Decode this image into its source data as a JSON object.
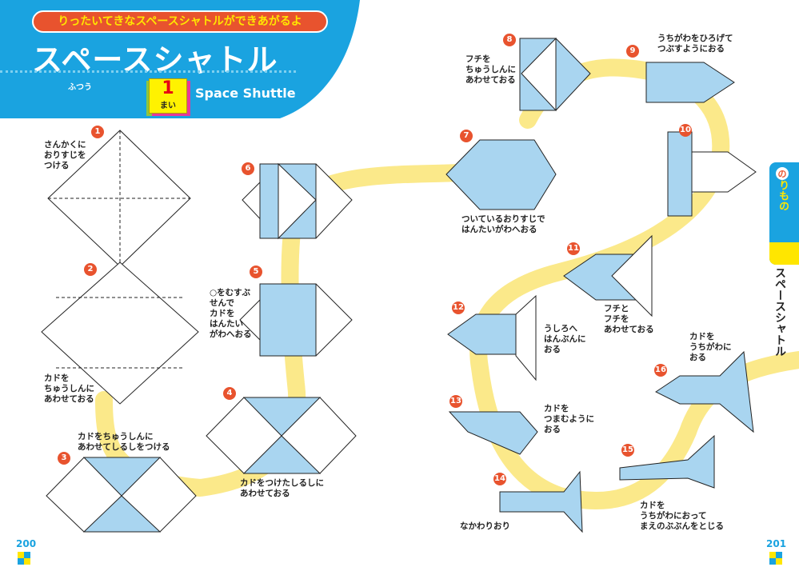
{
  "header": {
    "banner": "りったいてきなスペースシャトルができあがるよ",
    "title": "スペースシャトル",
    "level": "ふつう",
    "sheets_count": "1",
    "sheets_unit": "まい",
    "english_title": "Space Shuttle"
  },
  "side_tab": {
    "category_badge": "の",
    "category": "りもの",
    "vertical_title": "スペースシャトル"
  },
  "steps": [
    {
      "num": "1",
      "caption": "さんかくに\nおりすじを\nつける"
    },
    {
      "num": "2",
      "caption": "カドを\nちゅうしんに\nあわせておる"
    },
    {
      "num": "3",
      "caption": "カドをちゅうしんに\nあわせてしるしをつける"
    },
    {
      "num": "4",
      "caption": "カドをつけたしるしに\nあわせておる"
    },
    {
      "num": "5",
      "caption": "○をむすぶ\nせんで\nカドを\nはんたい\nがわへおる"
    },
    {
      "num": "6",
      "caption": ""
    },
    {
      "num": "7",
      "caption": "ついているおりすじで\nはんたいがわへおる"
    },
    {
      "num": "8",
      "caption": "フチを\nちゅうしんに\nあわせておる"
    },
    {
      "num": "9",
      "caption": "うちがわをひろげて\nつぶすようにおる"
    },
    {
      "num": "10",
      "caption": ""
    },
    {
      "num": "11",
      "caption": "フチと\nフチを\nあわせておる"
    },
    {
      "num": "12",
      "caption": "うしろへ\nはんぶんに\nおる"
    },
    {
      "num": "13",
      "caption": "カドを\nつまむように\nおる"
    },
    {
      "num": "14",
      "caption": "なかわりおり"
    },
    {
      "num": "15",
      "caption": "カドを\nうちがわにおって\nまえのぶぶんをとじる"
    },
    {
      "num": "16",
      "caption": "カドを\nうちがわに\nおる"
    }
  ],
  "pages": {
    "left": "200",
    "right": "201"
  },
  "colors": {
    "header_blue": "#1aa3e0",
    "badge": "#e8532e",
    "paper_blue": "#a9d5f0",
    "path_yellow": "#fbe98a"
  }
}
